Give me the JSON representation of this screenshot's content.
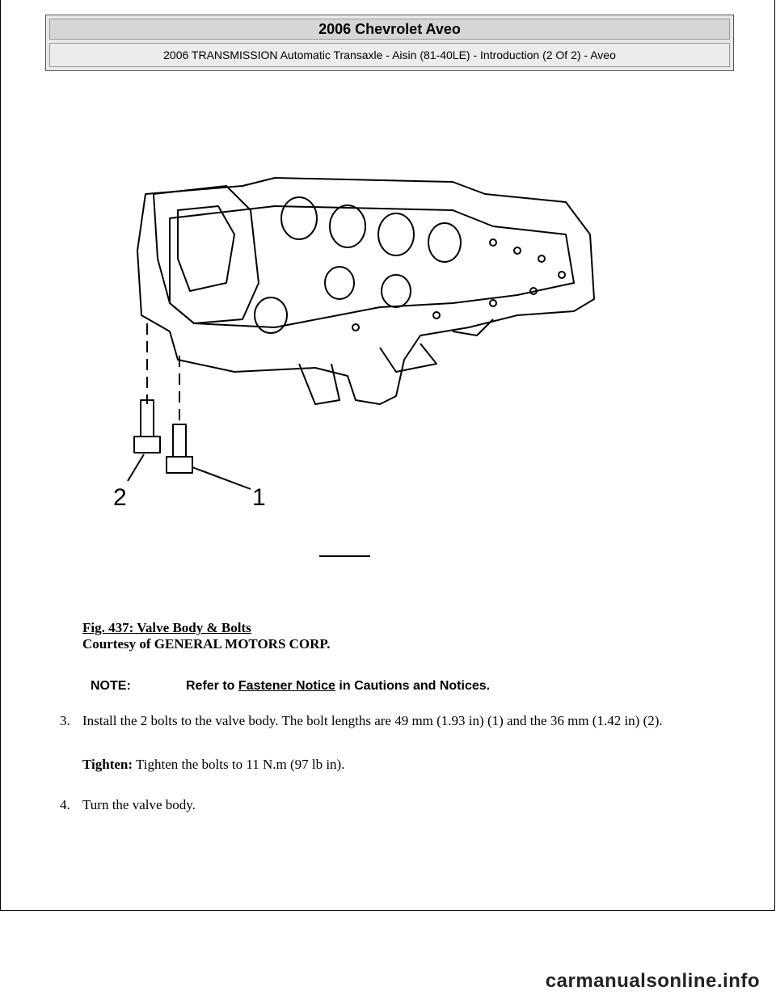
{
  "header": {
    "title": "2006 Chevrolet Aveo",
    "subtitle": "2006 TRANSMISSION Automatic Transaxle - Aisin (81-40LE) - Introduction (2 Of 2) - Aveo"
  },
  "figure": {
    "callouts": [
      "2",
      "1"
    ]
  },
  "caption": {
    "title": "Fig. 437: Valve Body & Bolts",
    "courtesy": "Courtesy of GENERAL MOTORS CORP."
  },
  "note": {
    "label": "NOTE:",
    "text_before": "Refer to ",
    "link": "Fastener Notice",
    "text_after": " in Cautions and Notices."
  },
  "steps": [
    {
      "num": "3.",
      "text": "Install the 2 bolts to the valve body. The bolt lengths are 49 mm (1.93 in) (1) and the 36 mm (1.42 in) (2)."
    },
    {
      "num": "4.",
      "text": "Turn the valve body."
    }
  ],
  "tighten": {
    "label": "Tighten:",
    "text": " Tighten the bolts to 11 N.m (97 lb in)."
  },
  "watermark": "carmanualsonline.info"
}
